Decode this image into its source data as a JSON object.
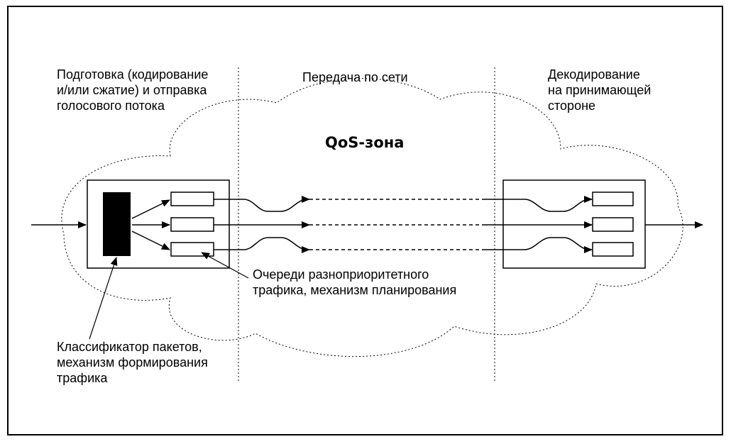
{
  "labels": {
    "prep": [
      "Подготовка (кодирование",
      "и/или сжатие) и отправка",
      "голосового потока"
    ],
    "transfer": "Передача по сети",
    "decode": [
      "Декодирование",
      "на принимающей",
      "стороне"
    ],
    "qos_zone": "QoS-зона",
    "queues": [
      "Очереди разноприоритетного",
      "трафика, механизм планирования"
    ],
    "classifier": [
      "Классификатор пакетов,",
      "механизм формирования",
      "трафика"
    ]
  },
  "colors": {
    "line": "#000000",
    "background": "#ffffff"
  }
}
